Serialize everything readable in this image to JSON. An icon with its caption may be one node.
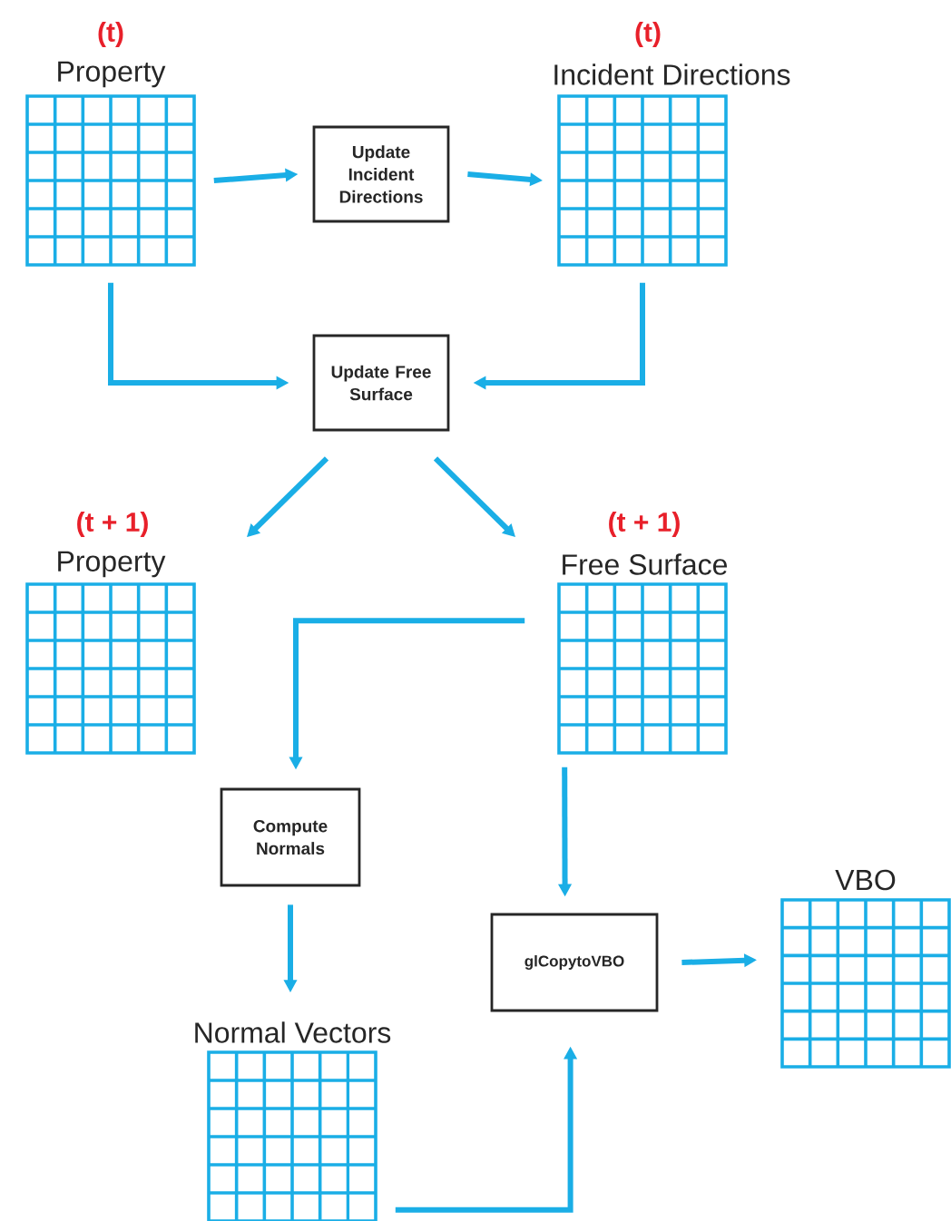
{
  "diagram": {
    "nodes": [
      {
        "text": [
          "(t)",
          "Property"
        ]
      },
      {
        "text": [
          "Update Incident Directions"
        ]
      },
      {
        "text": [
          "(t)",
          "Incident Directions"
        ]
      },
      {
        "text": [
          "Update Free Surface"
        ]
      },
      {
        "text": [
          "(t + 1)",
          "Property"
        ]
      },
      {
        "text": [
          "(t + 1)",
          "Free Surface"
        ]
      },
      {
        "text": [
          "Compute Normals"
        ]
      },
      {
        "text": [
          "glCopytoVBO"
        ]
      },
      {
        "text": [
          "Normal Vectors"
        ]
      },
      {
        "text": [
          "VBO"
        ]
      }
    ],
    "edges": [
      {
        "from": 0,
        "to": 1,
        "arrow": "to"
      },
      {
        "from": 1,
        "to": 2,
        "arrow": "to"
      },
      {
        "from": 0,
        "to": 3,
        "arrow": "to"
      },
      {
        "from": 2,
        "to": 3,
        "arrow": "to"
      },
      {
        "from": 3,
        "to": 4,
        "arrow": "to"
      },
      {
        "from": 3,
        "to": 5,
        "arrow": "to"
      },
      {
        "from": 5,
        "to": 6,
        "arrow": "to"
      },
      {
        "from": 5,
        "to": 7,
        "arrow": "to"
      },
      {
        "from": 6,
        "to": 8,
        "arrow": "to"
      },
      {
        "from": 8,
        "to": 7,
        "arrow": "to"
      },
      {
        "from": 7,
        "to": 9,
        "arrow": "to"
      }
    ]
  }
}
